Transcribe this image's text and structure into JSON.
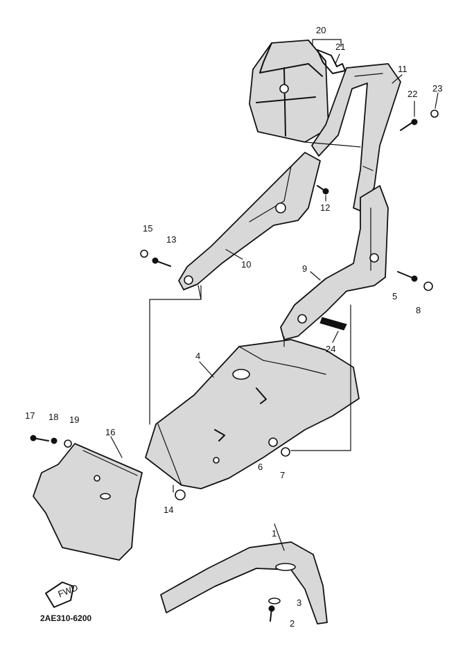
{
  "drawing_number": "2AE310-6200",
  "fwd_label": "FWD",
  "callouts": {
    "c1": "1",
    "c2": "2",
    "c3": "3",
    "c4": "4",
    "c5": "5",
    "c6": "6",
    "c7": "7",
    "c8": "8",
    "c9": "9",
    "c10": "10",
    "c11": "11",
    "c12": "12",
    "c13": "13",
    "c14": "14",
    "c15": "15",
    "c16": "16",
    "c17": "17",
    "c18": "18",
    "c19": "19",
    "c20": "20",
    "c21": "21",
    "c22": "22",
    "c23": "23",
    "c24": "24"
  }
}
